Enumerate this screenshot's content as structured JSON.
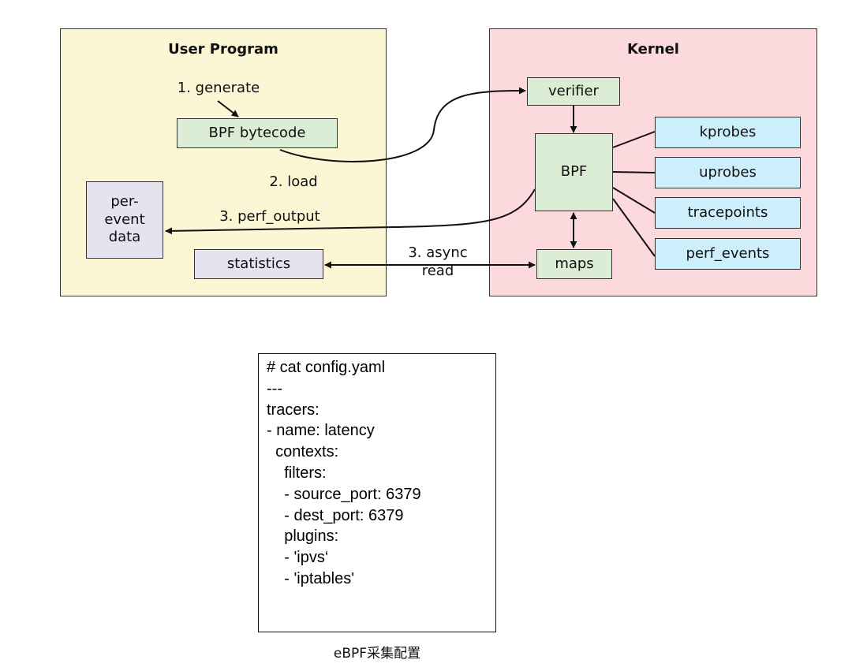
{
  "diagram": {
    "user_program": {
      "title": "User Program",
      "bpf_bytecode": "BPF bytecode",
      "per_event_data": [
        "per-",
        "event",
        "data"
      ],
      "statistics": "statistics"
    },
    "kernel": {
      "title": "Kernel",
      "verifier": "verifier",
      "bpf": "BPF",
      "maps": "maps",
      "kprobes": "kprobes",
      "uprobes": "uprobes",
      "tracepoints": "tracepoints",
      "perf_events": "perf_events"
    },
    "edge_labels": {
      "generate": "1. generate",
      "load": "2. load",
      "perf_output": "3. perf_output",
      "async_read": [
        "3. async",
        "read"
      ]
    },
    "colors": {
      "user_bg": "#fbf7d5",
      "kernel_bg": "#fcd9dc",
      "green_node": "#dcedd6",
      "lavender_node": "#e6e3f0",
      "cyan_node": "#cdeffb"
    }
  },
  "config": {
    "lines": [
      "# cat config.yaml",
      "---",
      "tracers:",
      "- name: latency",
      "  contexts:",
      "    filters:",
      "    - source_port: 6379",
      "    - dest_port: 6379",
      "    plugins:",
      "    - 'ipvs‘",
      "    - 'iptables'"
    ]
  },
  "caption": "eBPF采集配置"
}
